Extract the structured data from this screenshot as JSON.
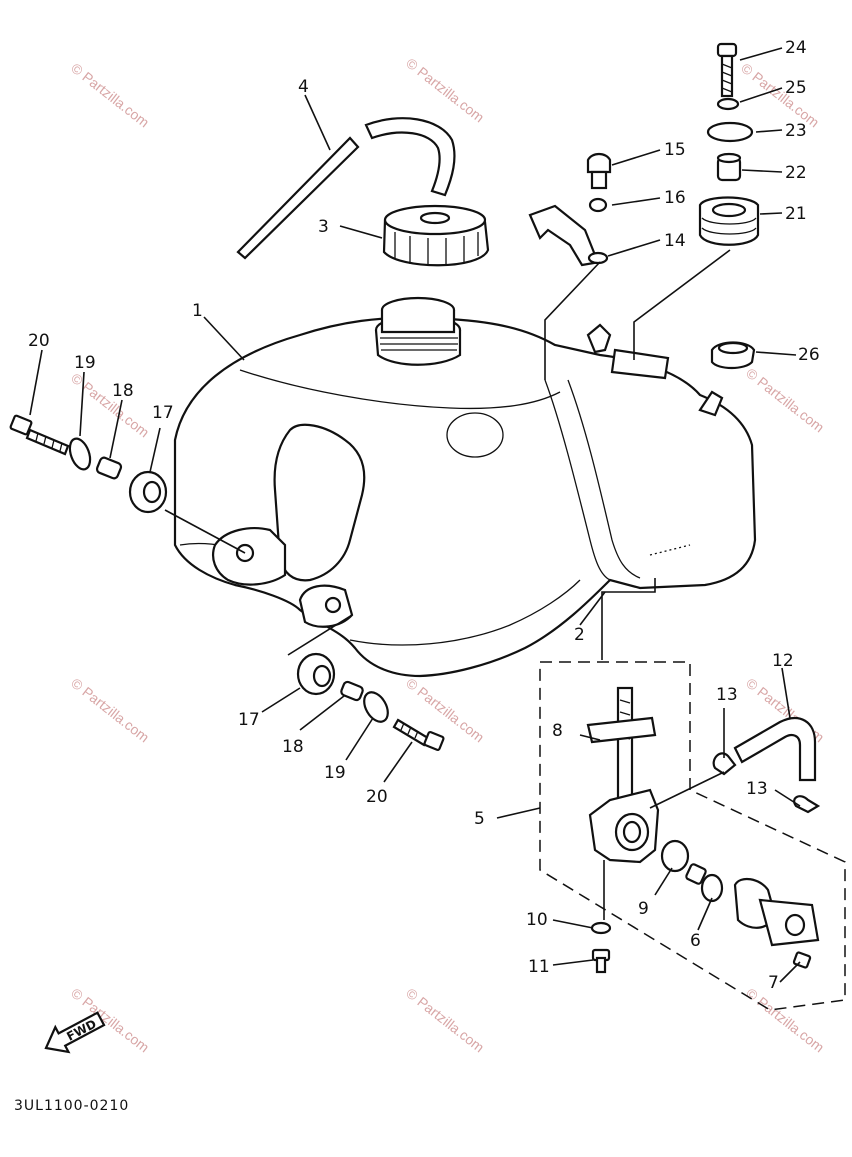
{
  "diagram": {
    "code": "3UL1100-0210",
    "watermark": "© Partzilla.com",
    "fwd_label": "FWD",
    "callouts": {
      "c1": "1",
      "c2": "2",
      "c3": "3",
      "c4": "4",
      "c5": "5",
      "c6": "6",
      "c7": "7",
      "c8": "8",
      "c9": "9",
      "c10": "10",
      "c11": "11",
      "c12": "12",
      "c13a": "13",
      "c13b": "13",
      "c14": "14",
      "c15": "15",
      "c16": "16",
      "c17a": "17",
      "c17b": "17",
      "c18a": "18",
      "c18b": "18",
      "c19a": "19",
      "c19b": "19",
      "c20a": "20",
      "c20b": "20",
      "c21": "21",
      "c22": "22",
      "c23": "23",
      "c24": "24",
      "c25": "25",
      "c26": "26"
    }
  }
}
